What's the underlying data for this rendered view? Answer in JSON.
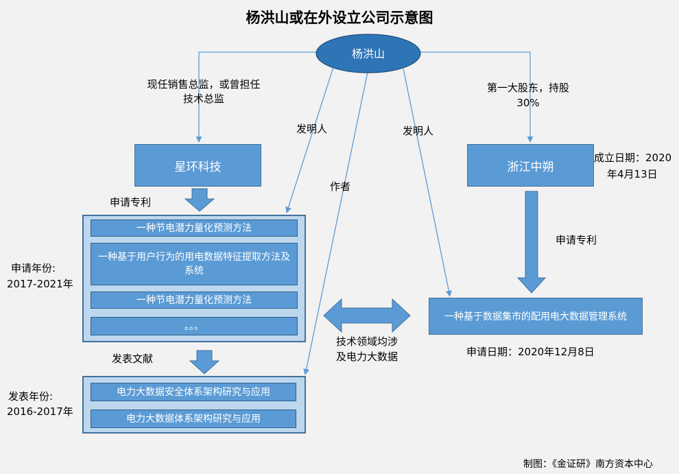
{
  "title": "杨洪山或在外设立公司示意图",
  "center_node": "杨洪山",
  "left_relation": "现任销售总监，或曾担任技术总监",
  "right_relation_line1": "第一大股东，持股",
  "right_relation_line2": "30%",
  "inventor_left": "发明人",
  "inventor_right": "发明人",
  "author": "作者",
  "company_left": "星环科技",
  "company_right": "浙江中朔",
  "company_right_founded_line1": "成立日期：2020",
  "company_right_founded_line2": "年4月13日",
  "apply_patent_left": "申请专利",
  "apply_patent_right": "申请专利",
  "patents_left": [
    "一种节电潜力量化预测方法",
    "一种基于用户行为的用电数据特征提取方法及系统",
    "一种节电潜力量化预测方法",
    "。。。"
  ],
  "apply_years_line1": "申请年份:",
  "apply_years_line2": "2017-2021年",
  "publish_label": "发表文献",
  "papers": [
    "电力大数据安全体系架构研究与应用",
    "电力大数据体系架构研究与应用"
  ],
  "publish_years_line1": "发表年份:",
  "publish_years_line2": "2016-2017年",
  "patent_right": "一种基于数据集市的配用电大数据管理系统",
  "apply_date_right": "申请日期：2020年12月8日",
  "tech_overlap_line1": "技术领域均涉",
  "tech_overlap_line2": "及电力大数据",
  "credit": "制图：《金证研》南方资本中心",
  "colors": {
    "node_fill": "#5b9bd5",
    "node_border": "#41719c",
    "container_fill": "#bdd7ee",
    "ellipse_fill": "#2e75b6",
    "background": "#f2f2f2"
  }
}
